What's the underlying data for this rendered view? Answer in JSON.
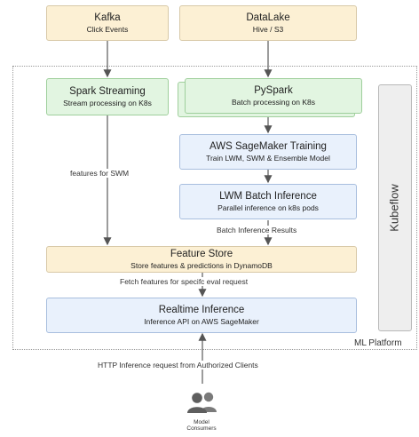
{
  "kafka": {
    "title": "Kafka",
    "subtitle": "Click Events"
  },
  "datalake": {
    "title": "DataLake",
    "subtitle": "Hive / S3"
  },
  "spark_streaming": {
    "title": "Spark Streaming",
    "subtitle": "Stream processing on K8s"
  },
  "pyspark": {
    "title": "PySpark",
    "subtitle": "Batch processing on K8s"
  },
  "sagemaker_training": {
    "title": "AWS SageMaker Training",
    "subtitle": "Train LWM, SWM & Ensemble Model"
  },
  "lwm_batch_inference": {
    "title": "LWM Batch Inference",
    "subtitle": "Parallel inference on k8s pods"
  },
  "feature_store": {
    "title": "Feature Store",
    "subtitle": "Store features & predictions in DynamoDB"
  },
  "realtime_inference": {
    "title": "Realtime Inference",
    "subtitle": "Inference API on AWS SageMaker"
  },
  "kubeflow": {
    "label": "Kubeflow"
  },
  "platform": {
    "label": "ML Platform"
  },
  "edges": {
    "features_for_swm": "features for SWM",
    "batch_inference_results": "Batch Inference Results",
    "fetch_features": "Fetch features for specifc eval request",
    "http_request": "HTTP Inference request from Authorized Clients"
  },
  "consumers": {
    "line1": "Model",
    "line2": "Consumers",
    "icon": "users-icon"
  },
  "colors": {
    "source": "#fcf0d4",
    "processing": "#e2f5e1",
    "ml": "#e9f1fc",
    "orchestrator": "#eeeeee"
  }
}
